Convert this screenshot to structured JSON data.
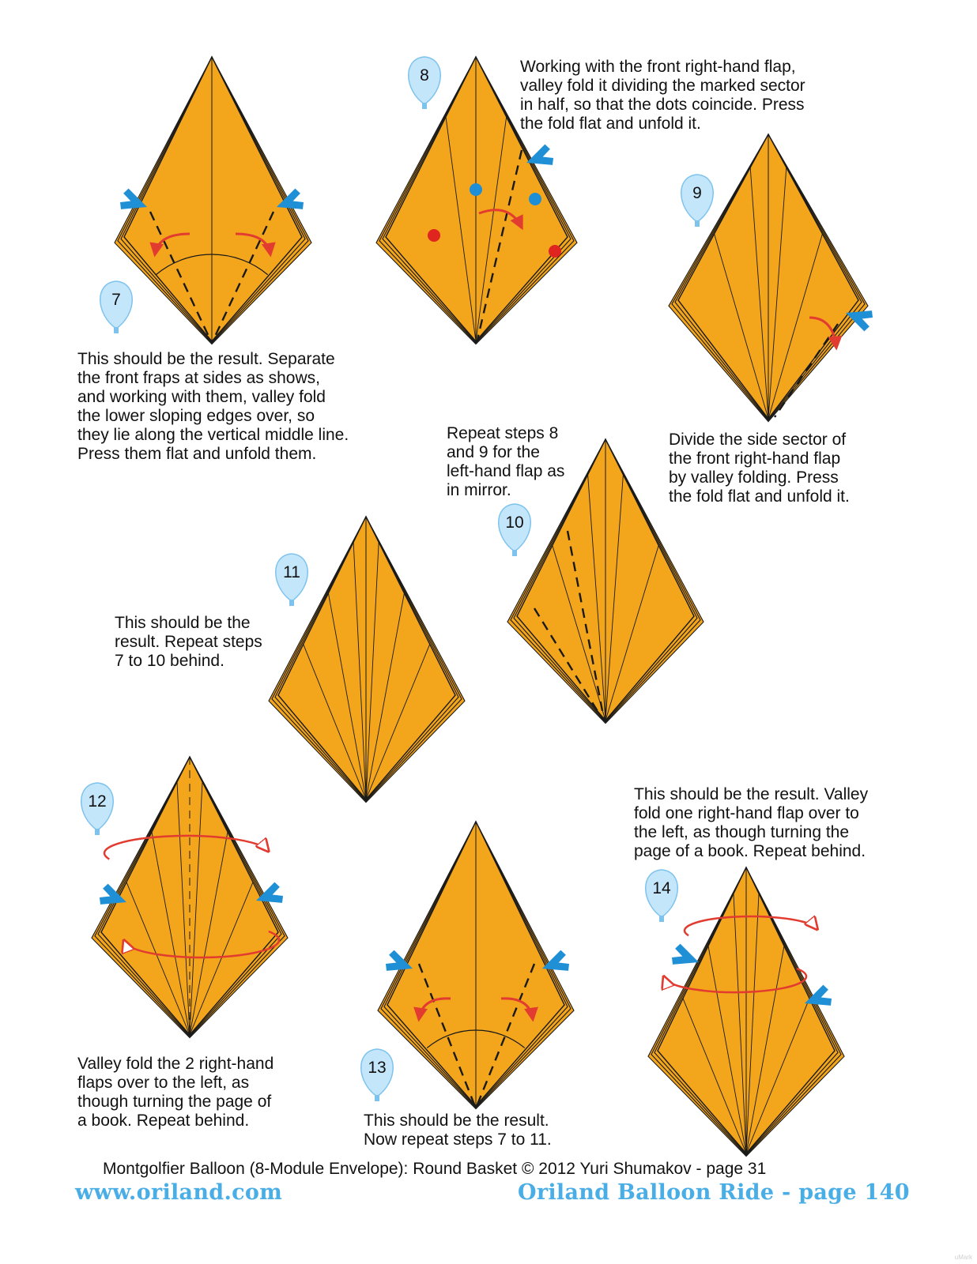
{
  "colors": {
    "paper": "#f3a51c",
    "paper_edge": "#d68a0c",
    "line": "#1a1a1a",
    "badge": "#c4e6fb",
    "badge_edge": "#7dc3ee",
    "marker_arrow": "#1f8fd6",
    "move_arrow": "#e23b2f",
    "dot_blue": "#1e8fd6",
    "dot_red": "#e0241f",
    "footer_link": "#4aaee6"
  },
  "steps": [
    {
      "number": "7",
      "text": "This should be the result. Separate\nthe front fraps at sides as shows,\nand working with them, valley fold\nthe lower sloping edges over, so\nthey lie along the vertical middle line.\nPress them flat and unfold them."
    },
    {
      "number": "8",
      "text": "Working with the front right-hand flap,\nvalley fold it dividing the marked sector\nin half, so that the dots coincide. Press\nthe fold flat and unfold it."
    },
    {
      "number": "9",
      "text": "Divide the side sector of\nthe front right-hand flap\nby valley folding. Press\nthe fold flat and unfold it."
    },
    {
      "number": "10",
      "text": "Repeat steps 8\nand 9 for the\nleft-hand flap as\nin mirror."
    },
    {
      "number": "11",
      "text": "This should be the\nresult. Repeat steps\n7 to 10 behind."
    },
    {
      "number": "12",
      "text": "Valley fold the 2 right-hand\nflaps over to the left, as\nthough turning the page of\na book. Repeat behind."
    },
    {
      "number": "13",
      "text": "This should be the result.\nNow repeat steps 7 to 11."
    },
    {
      "number": "14",
      "text": "This should be the result. Valley\nfold one right-hand flap over to\nthe left, as though turning the\npage of a book. Repeat behind."
    }
  ],
  "footer": {
    "credit": "Montgolfier Balloon (8-Module Envelope): Round Basket © 2012 Yuri Shumakov - page 31",
    "url": "www.oriland.com",
    "ride": "Oriland Balloon Ride - page  140"
  },
  "watermark": "uMark"
}
